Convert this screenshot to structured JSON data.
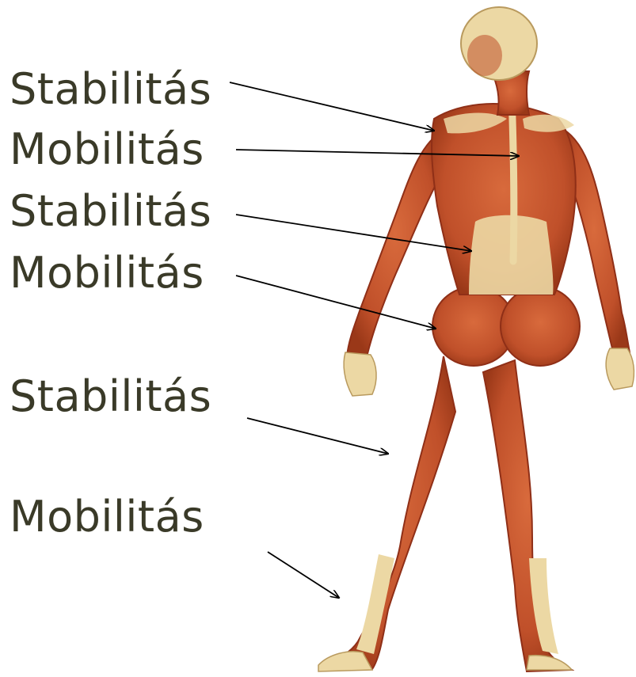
{
  "labels": [
    {
      "text": "Stabilitás",
      "region": "shoulder"
    },
    {
      "text": "Mobilitás",
      "region": "thoracic-spine"
    },
    {
      "text": "Stabilitás",
      "region": "lumbar-spine"
    },
    {
      "text": "Mobilitás",
      "region": "hip"
    },
    {
      "text": "Stabilitás",
      "region": "knee"
    },
    {
      "text": "Mobilitás",
      "region": "ankle"
    }
  ],
  "colors": {
    "label": "#3a3a28",
    "arrow": "#000000",
    "muscle": "#c9552d",
    "muscle_dark": "#8f2f17",
    "tendon": "#ecd8a4"
  }
}
